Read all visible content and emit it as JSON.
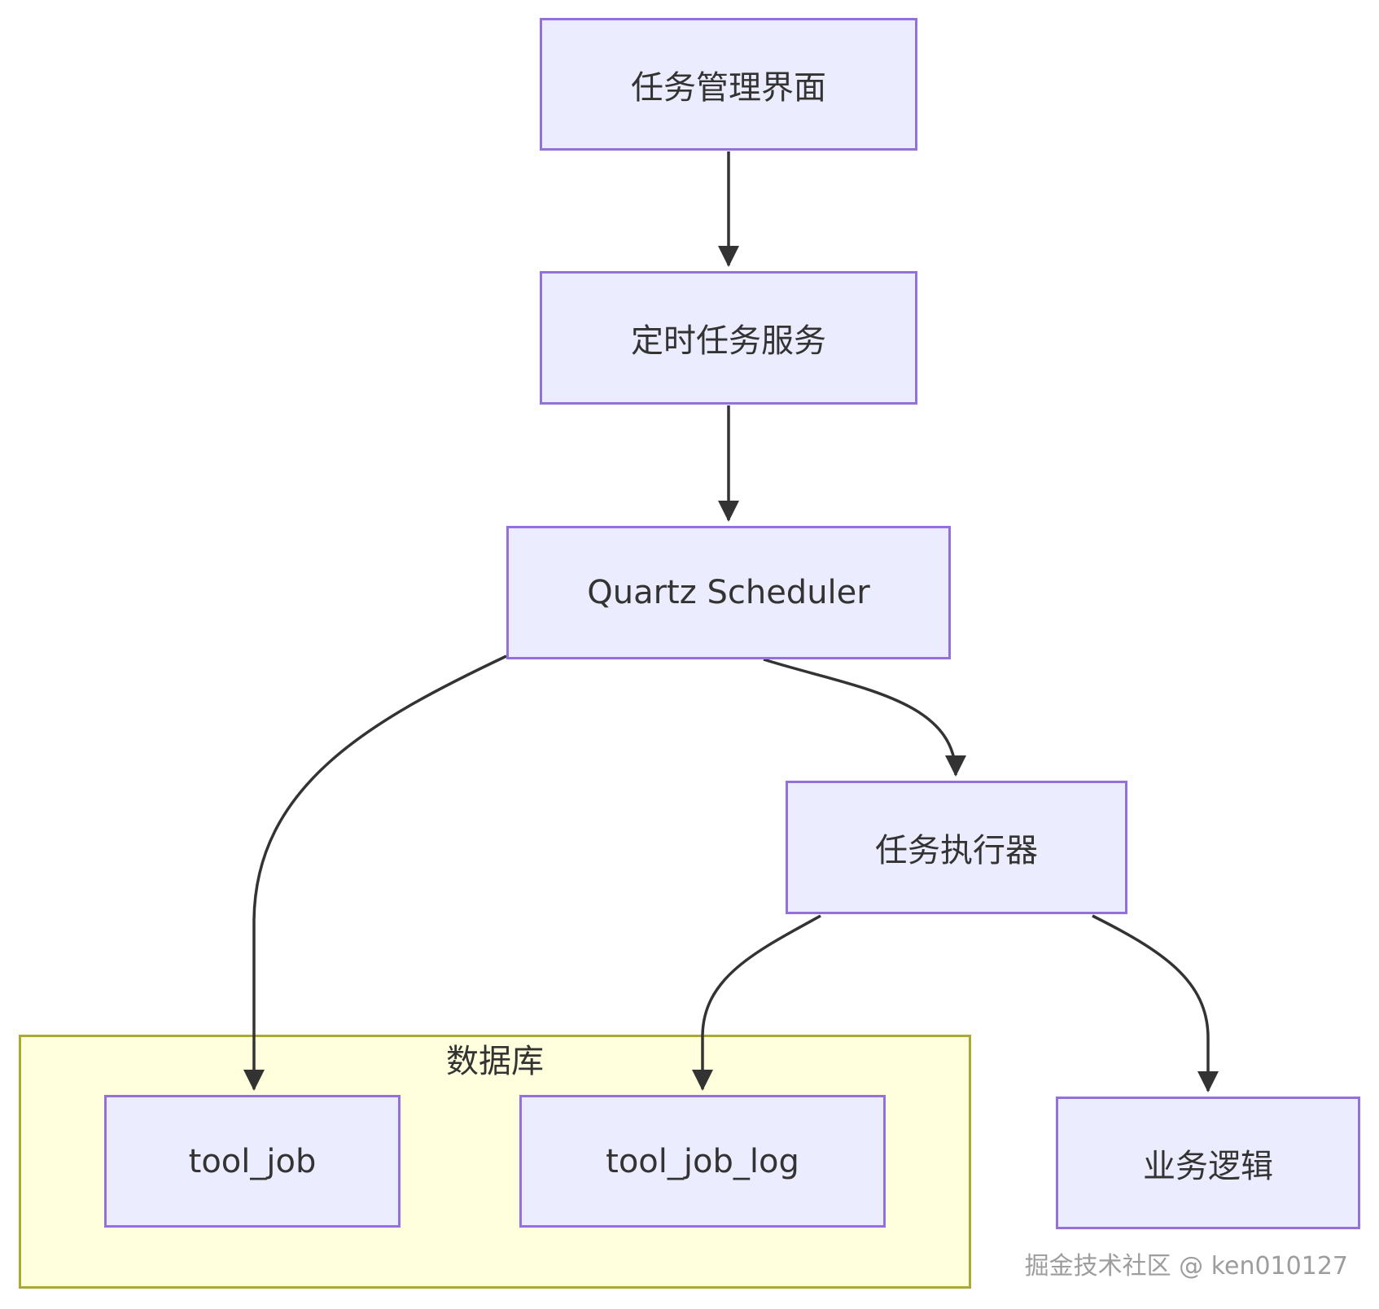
{
  "diagram": {
    "type": "flowchart-top-down",
    "nodes": [
      {
        "id": "ui",
        "label": "任务管理界面"
      },
      {
        "id": "service",
        "label": "定时任务服务"
      },
      {
        "id": "scheduler",
        "label": "Quartz Scheduler"
      },
      {
        "id": "executor",
        "label": "任务执行器"
      },
      {
        "id": "tool_job",
        "label": "tool_job"
      },
      {
        "id": "tool_job_log",
        "label": "tool_job_log"
      },
      {
        "id": "business",
        "label": "业务逻辑"
      }
    ],
    "cluster": {
      "label": "数据库",
      "contains": [
        "tool_job",
        "tool_job_log"
      ]
    },
    "edges": [
      {
        "from": "ui",
        "to": "service"
      },
      {
        "from": "service",
        "to": "scheduler"
      },
      {
        "from": "scheduler",
        "to": "tool_job"
      },
      {
        "from": "scheduler",
        "to": "executor"
      },
      {
        "from": "executor",
        "to": "tool_job_log"
      },
      {
        "from": "executor",
        "to": "business"
      }
    ],
    "colors": {
      "node_fill": "#ECECFF",
      "node_border": "#9370DB",
      "cluster_fill": "#FFFFDE",
      "cluster_border": "#AAAA33",
      "edge": "#333333",
      "text": "#333333"
    }
  },
  "watermark": {
    "text": "掘金技术社区 @ ken010127"
  }
}
